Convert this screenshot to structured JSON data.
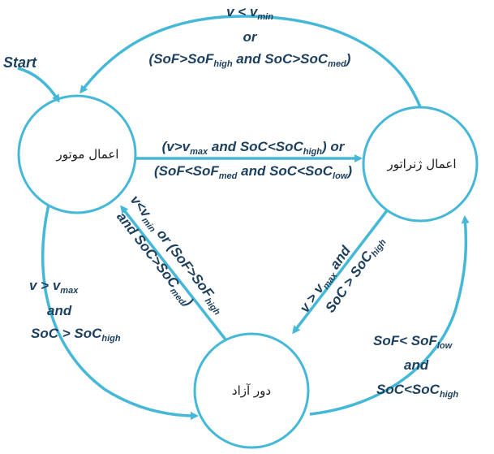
{
  "states": {
    "motor": "اعمال موتور",
    "generator": "اعمال ژنراتور",
    "idle": "دور آزاد"
  },
  "start_label": "Start",
  "conditions": {
    "top": {
      "line1_v": "v < v",
      "line1_sub": "min",
      "line2": "or",
      "line3_a": "(SoF>SoF",
      "line3_sub1": "high",
      "line3_b": " and SoC>SoC",
      "line3_sub2": "med",
      "line3_c": ")"
    },
    "middle": {
      "l1_a": "(v>v",
      "l1_sub1": "max",
      "l1_b": " and SoC<SoC",
      "l1_sub2": "high",
      "l1_c": ") or",
      "l2_a": "(SoF<SoF",
      "l2_sub1": "med",
      "l2_b": " and SoC<SoC",
      "l2_sub2": "low",
      "l2_c": ")"
    },
    "left": {
      "l1_a": "v > v",
      "l1_sub": "max",
      "l2": "and",
      "l3_a": "SoC > SoC",
      "l3_sub": "high"
    },
    "diag_left": {
      "l1_a": "v<v",
      "l1_sub1": "min",
      "l1_b": " or (SoF>SoF",
      "l1_sub2": "high",
      "l2_a": "and SoC>SoC",
      "l2_sub": "med",
      "l2_b": ")"
    },
    "diag_right": {
      "l1_a": "v > v",
      "l1_sub": "max",
      "l1_b": " and",
      "l2_a": "SoC > SoC",
      "l2_sub": "high"
    },
    "right": {
      "l1_a": "SoF< SoF",
      "l1_sub": "low",
      "l2": "and",
      "l3_a": "SoC<SoC",
      "l3_sub": "high"
    }
  },
  "colors": {
    "arrow": "#45b8d8",
    "circle_stroke": "#45b8d8",
    "text": "#1d3f5e"
  }
}
